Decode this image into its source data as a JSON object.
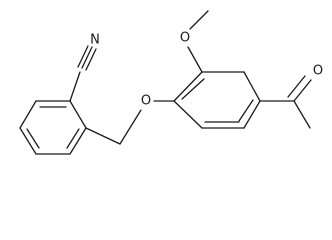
{
  "molecule": {
    "atom_labels": {
      "nitrile_nitrogen": "N",
      "methoxy_oxygen": "O",
      "ether_oxygen": "O",
      "carbonyl_oxygen": "O"
    }
  },
  "colors": {
    "bond": "#1a1a1a",
    "label": "#1a1a1a",
    "background": "#ffffff"
  }
}
